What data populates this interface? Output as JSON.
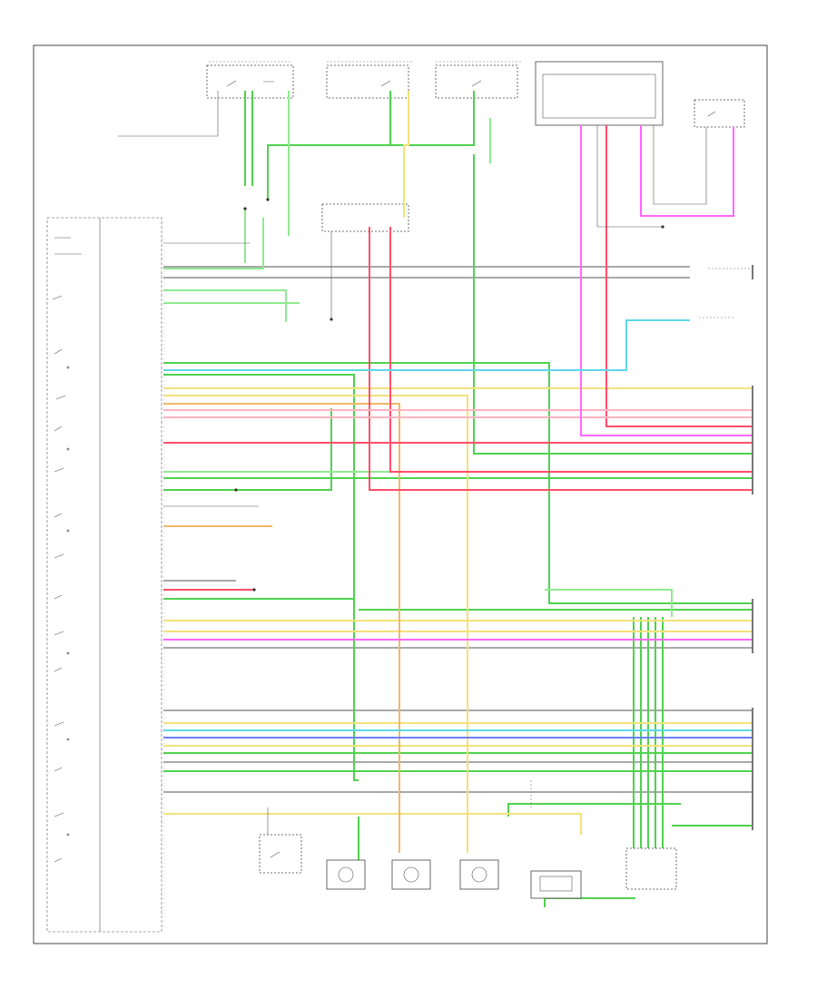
{
  "diagram": {
    "module_label": "",
    "bottom_left_code": "",
    "center_bottom_label": ""
  },
  "colors": {
    "green": "#4fd24f",
    "grey": "#a8a8a8",
    "yellow": "#f3e27a",
    "orange": "#f2b868",
    "red": "#ff4f6a",
    "pink": "#ffb3c0",
    "magenta": "#ff66ff",
    "blue": "#6a80ff",
    "cyan": "#5fd8e8",
    "light_green": "#8fea8f",
    "frame": "#444444"
  },
  "components": [
    {
      "id": "top-switch-1",
      "label": ""
    },
    {
      "id": "top-switch-2",
      "label": ""
    },
    {
      "id": "top-switch-3",
      "label": ""
    },
    {
      "id": "top-right-module",
      "label": ""
    },
    {
      "id": "top-right-small-switch",
      "label": ""
    },
    {
      "id": "bottom-switch-1",
      "label": ""
    },
    {
      "id": "bottom-motor-1",
      "label": ""
    },
    {
      "id": "bottom-motor-2",
      "label": ""
    },
    {
      "id": "bottom-motor-3",
      "label": ""
    },
    {
      "id": "bottom-sensor-1",
      "label": ""
    },
    {
      "id": "bottom-connector-group",
      "label": ""
    }
  ]
}
